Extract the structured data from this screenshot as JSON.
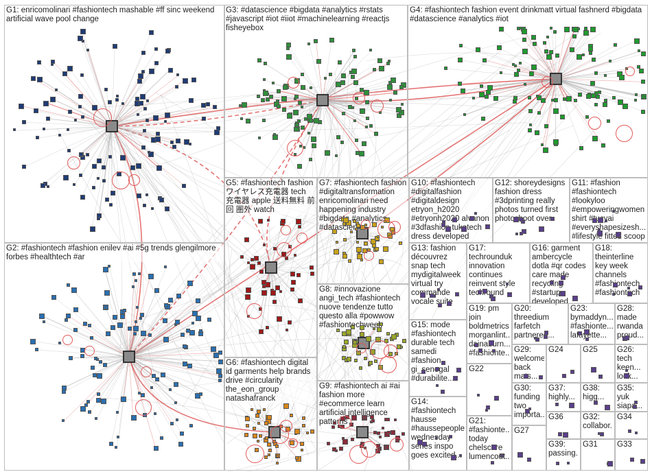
{
  "colors": {
    "edge": "#b0b0b0",
    "edge_strong": "#d83b3b",
    "panel_border": "#bdbdbd",
    "G1": "#1f3b75",
    "G2": "#2a6fb0",
    "G3": "#2f8f3a",
    "G4": "#1f9a2e",
    "G5": "#a01818",
    "G6": "#d9861c",
    "G7": "#c9a21a",
    "G8": "#9aa629",
    "G9": "#8a2a3a",
    "small": "#5a3f8a"
  },
  "groups": [
    {
      "id": "G1",
      "label": "G1: enricomolinari #fashiontech mashable #ff sinc weekend artificial wave pool change"
    },
    {
      "id": "G2",
      "label": "G2: #fashiontech #fashion enilev #ai #5g trends glengilmore forbes #healthtech #ar"
    },
    {
      "id": "G3",
      "label": "G3: #datascience #bigdata #analytics #rstats #javascript #iot #iiot #machinelearning #reactjs fisheyebox"
    },
    {
      "id": "G4",
      "label": "G4: #fashiontech fashion event drinkmatt virtual fashnerd #bigdata #datascience #analytics #iot"
    },
    {
      "id": "G5",
      "label": "G5: #fashiontech fashion ワイヤレス充電器 tech 充電器 apple 送料無料 前回 圏外 watch"
    },
    {
      "id": "G6",
      "label": "G6: #fashiontech digital id garments help brands drive #circularity the_eon_group natashafranck"
    },
    {
      "id": "G7",
      "label": "G7: #fashiontech fashion #digitaltransformation enricomolinari need happening industry #bigdata #analytics #datascience"
    },
    {
      "id": "G8",
      "label": "G8: #innovazione angi_tech #fashiontech nuove tendenze tutto questo alla #powwow #fashiontechweek"
    },
    {
      "id": "G9",
      "label": "G9: #fashiontech ai #ai fashion more #ecommerce learn artificial intelligence patterns"
    },
    {
      "id": "G10",
      "label": "G10: #fashiontech #digitalfashion #digitaldesign etryon_h2020 #etryonh2020 alvanon #3dfashion tukatech dress developed"
    },
    {
      "id": "G11",
      "label": "G11: #fashion #fashiontech #lookyloo #empoweringwomen shirt #tucyai #everyshapesizesh... #lifestyle fitted scoop"
    },
    {
      "id": "G12",
      "label": "G12: shoreydesigns fashion dress #3dprinting really photos turned first photoshoot over"
    },
    {
      "id": "G13",
      "label": "G13: fashion découvrez snap tech mydigitalweek virtual try commande vocale suite"
    },
    {
      "id": "G14",
      "label": "G14: #fashiontech hausse #haussepeople wednesday series inspo goes excited..."
    },
    {
      "id": "G15",
      "label": "G15: mode #fashiontech durable tech samedi #fashion gi_senegal #durabilite..."
    },
    {
      "id": "G16",
      "label": "G16: garment ambercycle dotla #qr codes care made recycling #startup developed"
    },
    {
      "id": "G17",
      "label": "G17: techrounduk innovation continues reinvent style techround"
    },
    {
      "id": "G18",
      "label": "G18: theinterline key week channels #fashiontech #fashiontech"
    },
    {
      "id": "G19",
      "label": "G19: pm join boldmetrics morganlint... dainaburn... #fashionte..."
    },
    {
      "id": "G20",
      "label": "G20: threedium farfetch partnered..."
    },
    {
      "id": "G21",
      "label": "G21: #fashionte... today chelscore lumencout..."
    },
    {
      "id": "G22",
      "label": "G22"
    },
    {
      "id": "G23",
      "label": "G23: bymaddyn... #fashionte... lafayette..."
    },
    {
      "id": "G24",
      "label": "G24"
    },
    {
      "id": "G25",
      "label": "G25"
    },
    {
      "id": "G26",
      "label": "G26: tech keen... look..."
    },
    {
      "id": "G27",
      "label": "G27"
    },
    {
      "id": "G28",
      "label": "G28: made rwanda proud..."
    },
    {
      "id": "G29",
      "label": "G29: welcome back mats..."
    },
    {
      "id": "G30",
      "label": "G30: funding two importa..."
    },
    {
      "id": "G31",
      "label": "G31"
    },
    {
      "id": "G32",
      "label": "G32: collabor..."
    },
    {
      "id": "G33",
      "label": "G33"
    },
    {
      "id": "G34",
      "label": "G34"
    },
    {
      "id": "G35",
      "label": "G35: yuk siapa..."
    },
    {
      "id": "G36",
      "label": "G36"
    },
    {
      "id": "G37",
      "label": "G37: highly..."
    },
    {
      "id": "G38",
      "label": "G38: higg..."
    },
    {
      "id": "G39",
      "label": "G39: passing..."
    }
  ]
}
